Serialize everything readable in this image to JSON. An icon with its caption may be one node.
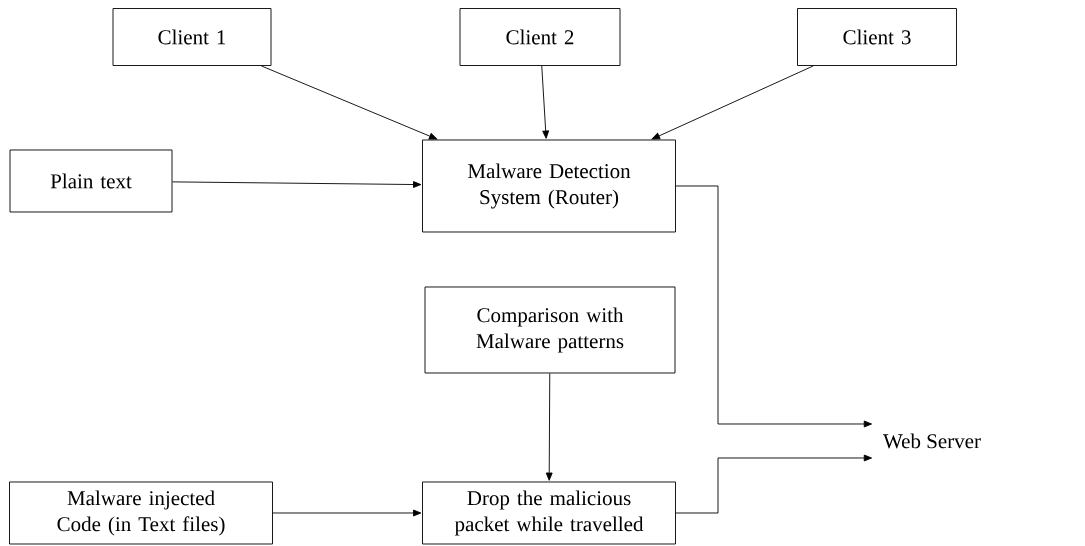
{
  "diagram": {
    "nodes": [
      {
        "text": [
          "Client 1"
        ]
      },
      {
        "text": [
          "Client 2"
        ]
      },
      {
        "text": [
          "Client 3"
        ]
      },
      {
        "text": [
          "Plain text"
        ]
      },
      {
        "text": [
          "Malware Detection System (Router)"
        ]
      },
      {
        "text": [
          "Comparison with Malware patterns"
        ]
      },
      {
        "text": [
          "Web Server"
        ]
      },
      {
        "text": [
          "Malware injected Code (in Text files)"
        ]
      },
      {
        "text": [
          "Drop the malicious packet while travelled"
        ]
      }
    ],
    "edges": [
      {
        "from": 0,
        "to": 4,
        "arrow": "to"
      },
      {
        "from": 1,
        "to": 4,
        "arrow": "to"
      },
      {
        "from": 2,
        "to": 4,
        "arrow": "to"
      },
      {
        "from": 3,
        "to": 4,
        "arrow": "to"
      },
      {
        "from": 4,
        "to": 6,
        "arrow": "to"
      },
      {
        "from": 5,
        "to": 8,
        "arrow": "to"
      },
      {
        "from": 7,
        "to": 8,
        "arrow": "to"
      },
      {
        "from": 8,
        "to": 6,
        "arrow": "to"
      }
    ]
  }
}
